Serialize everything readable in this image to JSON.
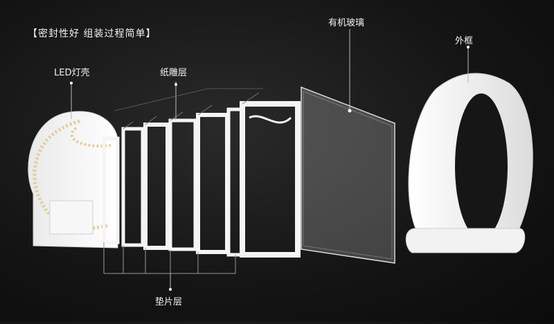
{
  "title": "【密封性好 组装过程简单】",
  "labels": {
    "led_shell": "LED灯壳",
    "paper_layer": "纸雕层",
    "glass": "有机玻璃",
    "frame": "外框",
    "spacer_layer": "垫片层"
  },
  "colors": {
    "background": "#141414",
    "label_text": "#f2f2f2",
    "white_part": "#f4f4f4",
    "led": "#f3e2b8"
  }
}
